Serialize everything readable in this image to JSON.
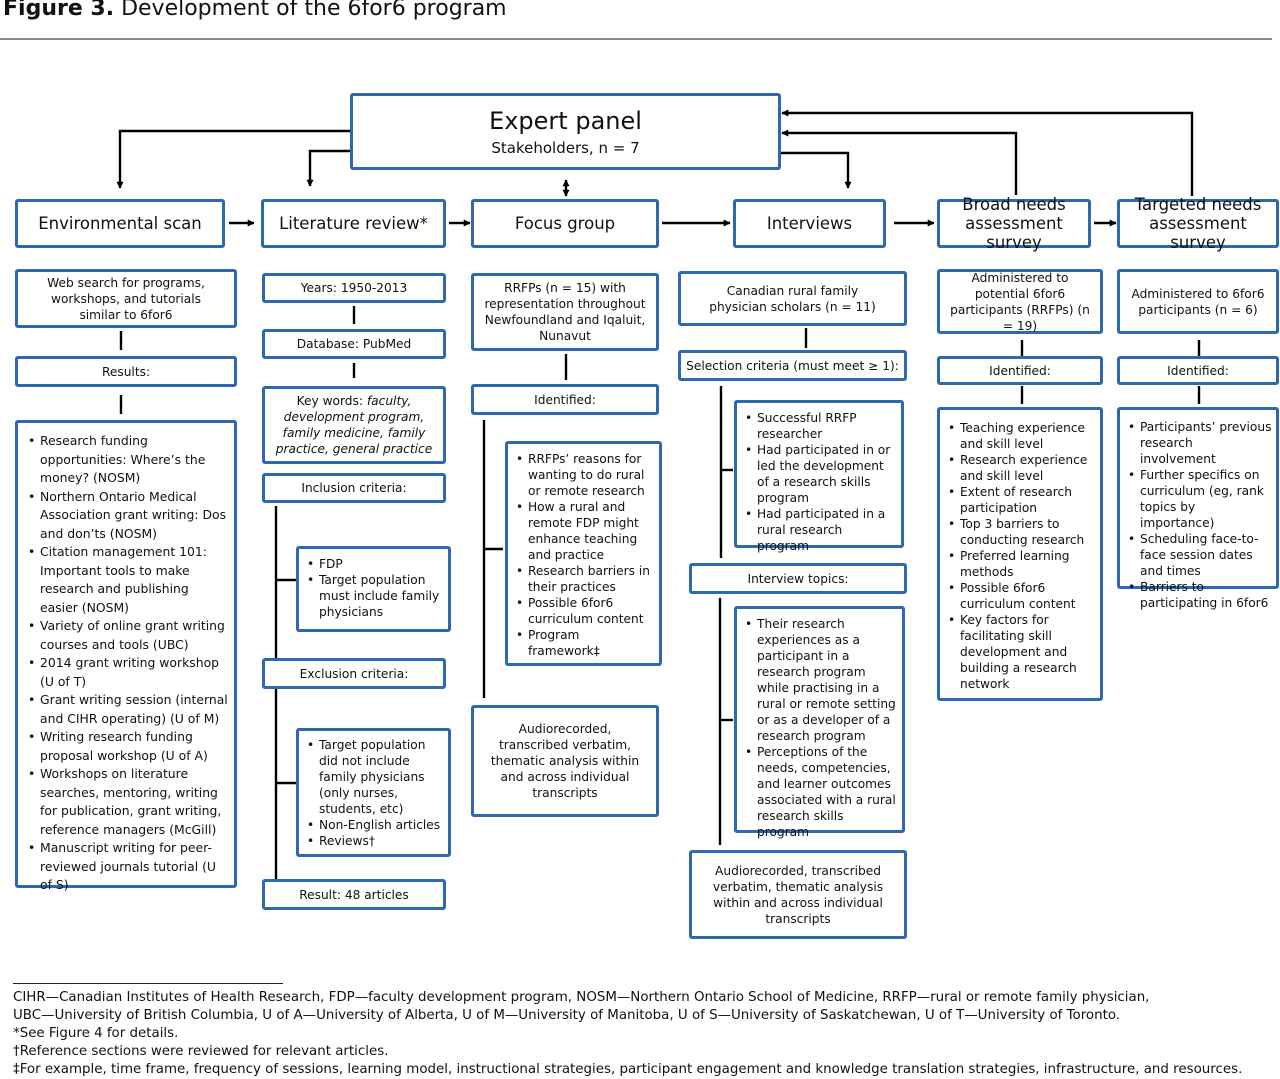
{
  "figure": {
    "label": "Figure 3.",
    "title": "Development of the 6for6 program"
  },
  "expert_panel": {
    "title": "Expert panel",
    "subtitle": "Stakeholders, n = 7"
  },
  "columns": {
    "environmental_scan": {
      "header": "Environmental scan",
      "box1": "Web search for programs, workshops, and tutorials similar to 6for6",
      "results_label": "Results:",
      "results": [
        "Research funding opportunities: Where’s the money? (NOSM)",
        "Northern Ontario Medical Association grant writing: Dos and don’ts (NOSM)",
        "Citation management 101: Important tools to make research and publishing easier (NOSM)",
        "Variety of online grant writing courses and tools (UBC)",
        "2014 grant writing workshop (U of T)",
        "Grant writing session (internal and CIHR operating) (U of M)",
        "Writing research funding proposal workshop (U of A)",
        "Workshops on literature searches, mentoring, writing for publication, grant writing, reference managers (McGill)",
        "Manuscript writing for peer-reviewed journals tutorial (U of S)"
      ]
    },
    "literature_review": {
      "header": "Literature review*",
      "years": "Years: 1950-2013",
      "database": "Database: PubMed",
      "keywords_prefix": "Key words: ",
      "keywords": "faculty, development program, family medicine, family practice, general practice",
      "inclusion_label": "Inclusion criteria:",
      "inclusion": [
        "FDP",
        "Target population must include family physicians"
      ],
      "exclusion_label": "Exclusion criteria:",
      "exclusion": [
        "Target population did not include family physicians (only nurses, students, etc)",
        "Non-English articles",
        "Reviews†"
      ],
      "result": "Result: 48 articles"
    },
    "focus_group": {
      "header": "Focus group",
      "box1": "RRFPs (n = 15) with representation throughout Newfoundland and Iqaluit, Nunavut",
      "identified_label": "Identified:",
      "identified": [
        "RRFPs’ reasons for wanting to do rural or remote research",
        "How a rural and remote FDP might enhance teaching and practice",
        "Research barriers in their practices",
        "Possible 6for6 curriculum content",
        "Program framework‡"
      ],
      "method": "Audiorecorded, transcribed verbatim, thematic analysis within and across individual transcripts"
    },
    "interviews": {
      "header": "Interviews",
      "box1": "Canadian rural family physician scholars (n = 11)",
      "selection_label": "Selection criteria (must meet ≥ 1):",
      "selection": [
        "Successful RRFP researcher",
        "Had participated in or led the development of a research skills program",
        "Had participated in a rural research program"
      ],
      "topics_label": "Interview topics:",
      "topics": [
        "Their research experiences as a participant in a research program while practising in a rural or remote setting or as a developer of a research program",
        "Perceptions of the needs, competencies, and learner outcomes associated with a rural research skills program"
      ],
      "method": "Audiorecorded, transcribed verbatim, thematic analysis within and across individual transcripts"
    },
    "broad_survey": {
      "header": "Broad needs assessment survey",
      "box1": "Administered to potential 6for6 participants (RRFPs) (n = 19)",
      "identified_label": "Identified:",
      "identified": [
        "Teaching experience and skill level",
        "Research experience and skill level",
        "Extent of research participation",
        "Top 3 barriers to conducting research",
        "Preferred learning methods",
        "Possible 6for6 curriculum content",
        "Key factors for facilitating skill development and building a research network"
      ]
    },
    "targeted_survey": {
      "header": "Targeted needs assessment survey",
      "box1": "Administered to 6for6 participants (n = 6)",
      "identified_label": "Identified:",
      "identified": [
        "Participants’ previous research involvement",
        "Further specifics on curriculum (eg, rank topics by importance)",
        "Scheduling face-to-face session dates and times",
        "Barriers to participating in 6for6"
      ]
    }
  },
  "footnotes": {
    "abbreviations_1": "CIHR—Canadian Institutes of Health Research, FDP—faculty development program, NOSM—Northern Ontario School of Medicine, RRFP—rural or remote family physician,",
    "abbreviations_2": "UBC—University of British Columbia, U of A—University of Alberta, U of M—University of Manitoba, U of S—University of Saskatchewan, U of T—University of Toronto.",
    "star": "*See Figure 4 for details.",
    "dagger": "†Reference sections were reviewed for relevant articles.",
    "ddagger": "‡For example, time frame, frequency of sessions, learning model, instructional strategies, participant engagement and knowledge translation strategies, infrastructure, and resources."
  },
  "colors": {
    "box_border": "#2f68b2",
    "rule": "#8a8a7a",
    "line": "#000000"
  }
}
